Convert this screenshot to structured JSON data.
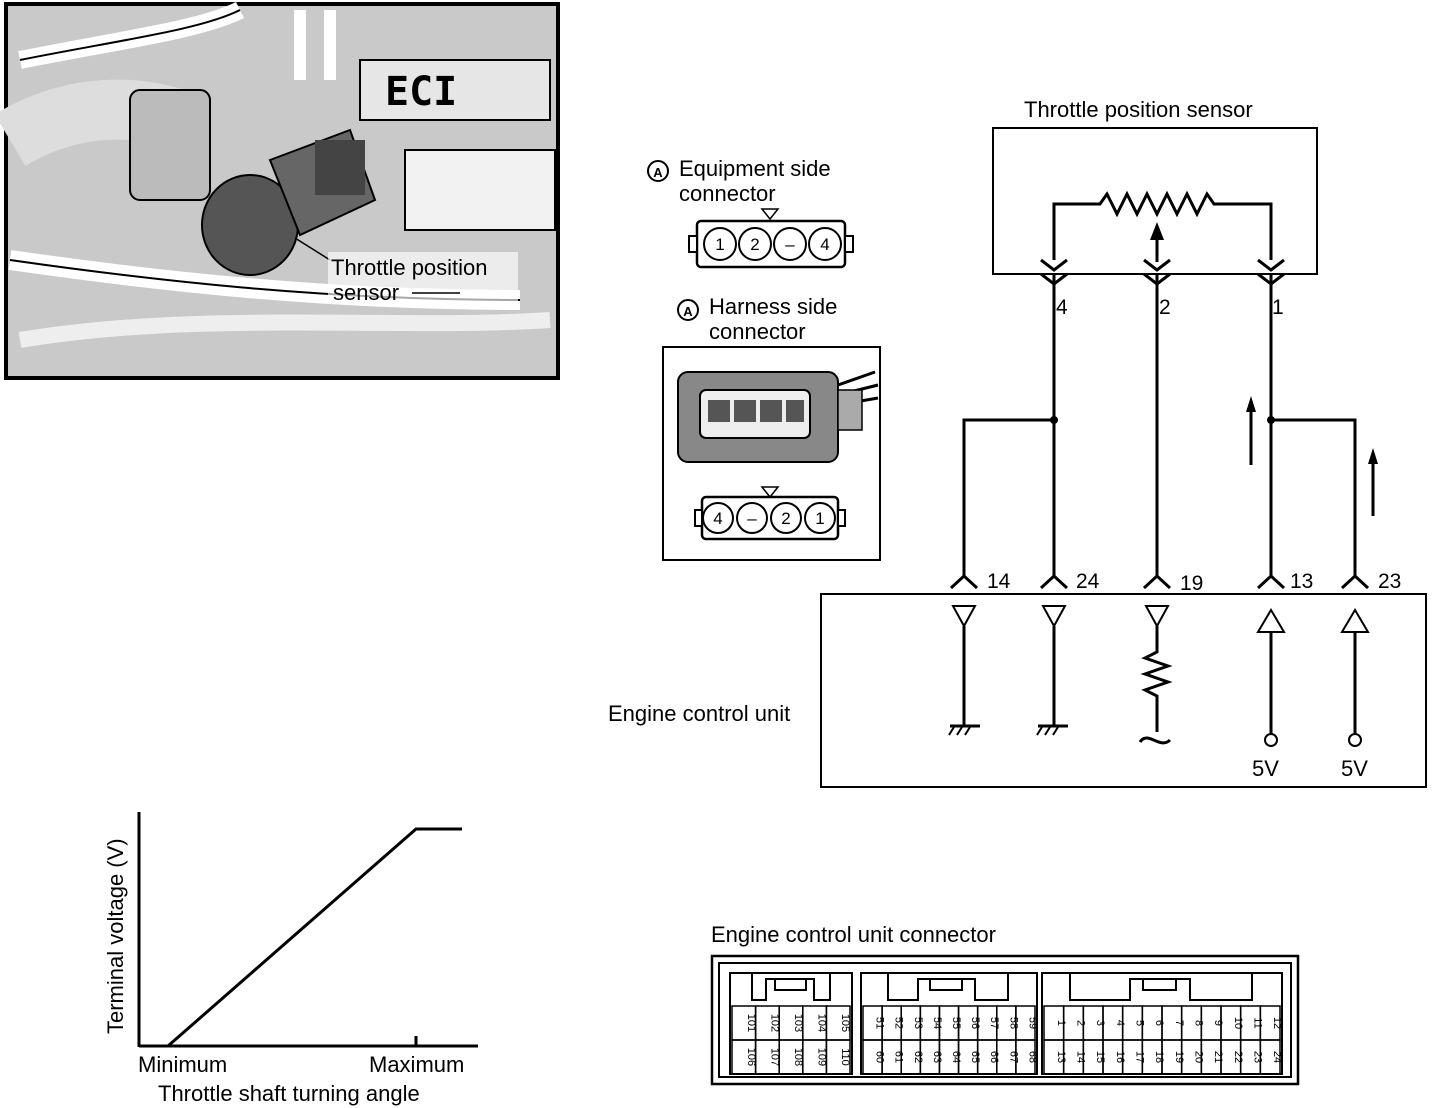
{
  "photo": {
    "sensor_label_line1": "Throttle position",
    "sensor_label_line2": "sensor"
  },
  "connectors": {
    "marker": "A",
    "equipment": {
      "title_line1": "Equipment side",
      "title_line2": "connector",
      "pins": [
        "1",
        "2",
        "–",
        "4"
      ]
    },
    "harness": {
      "title_line1": "Harness side",
      "title_line2": "connector",
      "pins": [
        "4",
        "–",
        "2",
        "1"
      ]
    }
  },
  "circuit": {
    "sensor_title": "Throttle position sensor",
    "sensor_pins": [
      "4",
      "2",
      "1"
    ],
    "ecu_label": "Engine control unit",
    "ecu_pins": [
      "14",
      "24",
      "19",
      "13",
      "23"
    ],
    "supply_voltage_1": "5V",
    "supply_voltage_2": "5V"
  },
  "graph": {
    "ylabel": "Terminal voltage (V)",
    "xlabel": "Throttle shaft turning angle",
    "x_tick_min": "Minimum",
    "x_tick_max": "Maximum"
  },
  "ecu_connector": {
    "title": "Engine control unit connector",
    "group1_top": [
      "101",
      "102",
      "103",
      "104",
      "105"
    ],
    "group1_bottom": [
      "106",
      "107",
      "108",
      "109",
      "110"
    ],
    "group2_top": [
      "51",
      "52",
      "53",
      "54",
      "55",
      "56",
      "57",
      "58",
      "59"
    ],
    "group2_bottom": [
      "60",
      "61",
      "62",
      "63",
      "64",
      "65",
      "66",
      "67",
      "68"
    ],
    "group3_top": [
      "1",
      "2",
      "3",
      "4",
      "5",
      "6",
      "7",
      "8",
      "9",
      "10",
      "11",
      "12"
    ],
    "group3_bottom": [
      "13",
      "14",
      "15",
      "16",
      "17",
      "18",
      "19",
      "20",
      "21",
      "22",
      "23",
      "24"
    ]
  }
}
